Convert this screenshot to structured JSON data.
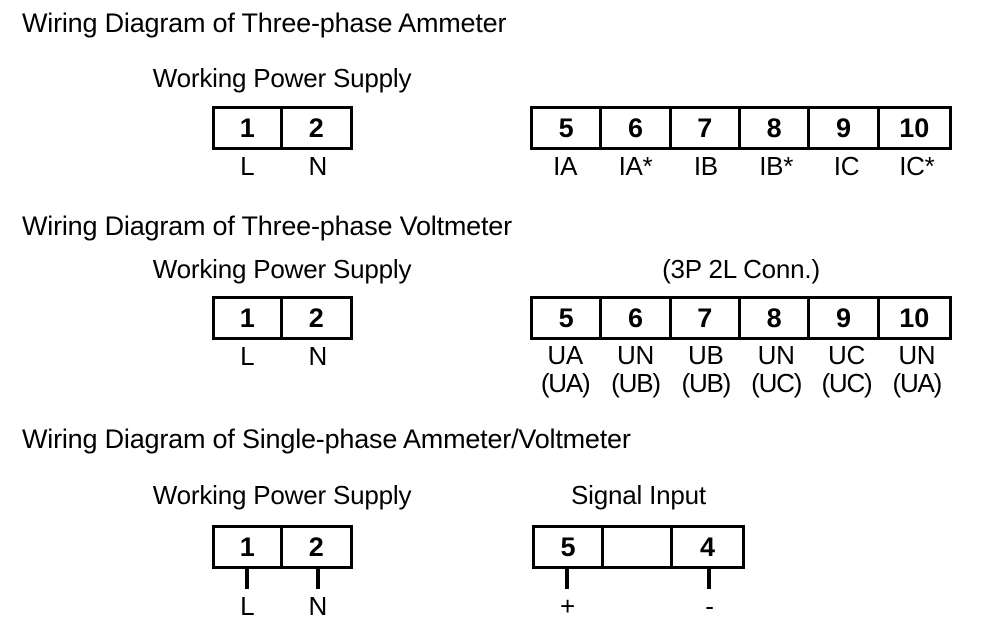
{
  "sections": [
    {
      "id": "three-phase-ammeter",
      "heading": "Wiring Diagram of Three-phase Ammeter",
      "power": {
        "caption": "Working Power Supply",
        "terminals": [
          "1",
          "2"
        ],
        "labels": [
          "L",
          "N"
        ],
        "has_leads": false
      },
      "signal": {
        "caption": "",
        "terminals": [
          "5",
          "6",
          "7",
          "8",
          "9",
          "10"
        ],
        "labels": [
          "IA",
          "IA*",
          "IB",
          "IB*",
          "IC",
          "IC*"
        ],
        "labels_line2": [],
        "has_leads": false
      }
    },
    {
      "id": "three-phase-voltmeter",
      "heading": "Wiring Diagram of Three-phase Voltmeter",
      "power": {
        "caption": "Working Power Supply",
        "terminals": [
          "1",
          "2"
        ],
        "labels": [
          "L",
          "N"
        ],
        "has_leads": false
      },
      "signal": {
        "caption": "(3P 2L Conn.)",
        "terminals": [
          "5",
          "6",
          "7",
          "8",
          "9",
          "10"
        ],
        "labels": [
          "UA",
          "UN",
          "UB",
          "UN",
          "UC",
          "UN"
        ],
        "labels_line2": [
          "(UA)",
          "(UB)",
          "(UB)",
          "(UC)",
          "(UC)",
          "(UA)"
        ],
        "has_leads": false
      }
    },
    {
      "id": "single-phase-ammeter-voltmeter",
      "heading": "Wiring Diagram of Single-phase Ammeter/Voltmeter",
      "power": {
        "caption": "Working Power Supply",
        "terminals": [
          "1",
          "2"
        ],
        "labels": [
          "L",
          "N"
        ],
        "has_leads": true
      },
      "signal": {
        "caption": "Signal Input",
        "terminals": [
          "5",
          "",
          "4"
        ],
        "labels": [
          "+",
          "",
          "-"
        ],
        "labels_line2": [],
        "has_leads": true
      }
    }
  ],
  "style": {
    "line_color": "#000000",
    "background_color": "#ffffff"
  }
}
